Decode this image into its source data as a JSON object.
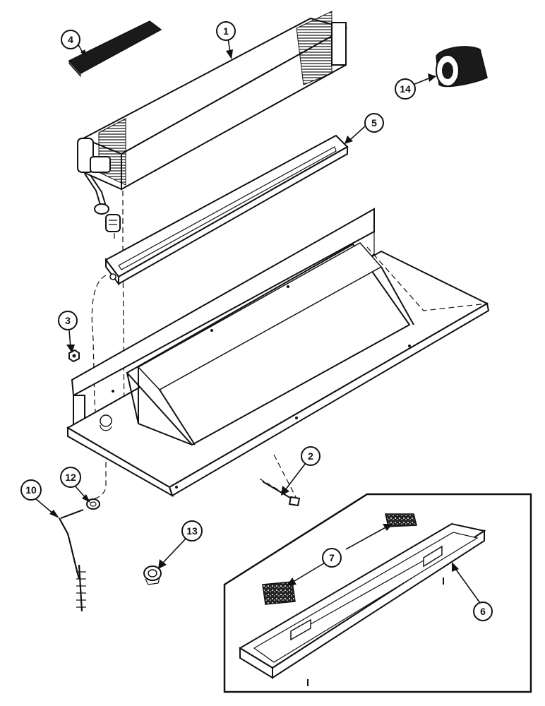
{
  "diagram": {
    "type": "exploded-parts-view",
    "callouts": [
      {
        "id": "c1",
        "label": "1"
      },
      {
        "id": "c2",
        "label": "2"
      },
      {
        "id": "c3",
        "label": "3"
      },
      {
        "id": "c4",
        "label": "4"
      },
      {
        "id": "c5",
        "label": "5"
      },
      {
        "id": "c6",
        "label": "6"
      },
      {
        "id": "c7",
        "label": "7"
      },
      {
        "id": "c10",
        "label": "10"
      },
      {
        "id": "c12",
        "label": "12"
      },
      {
        "id": "c13",
        "label": "13"
      },
      {
        "id": "c14",
        "label": "14"
      }
    ]
  }
}
